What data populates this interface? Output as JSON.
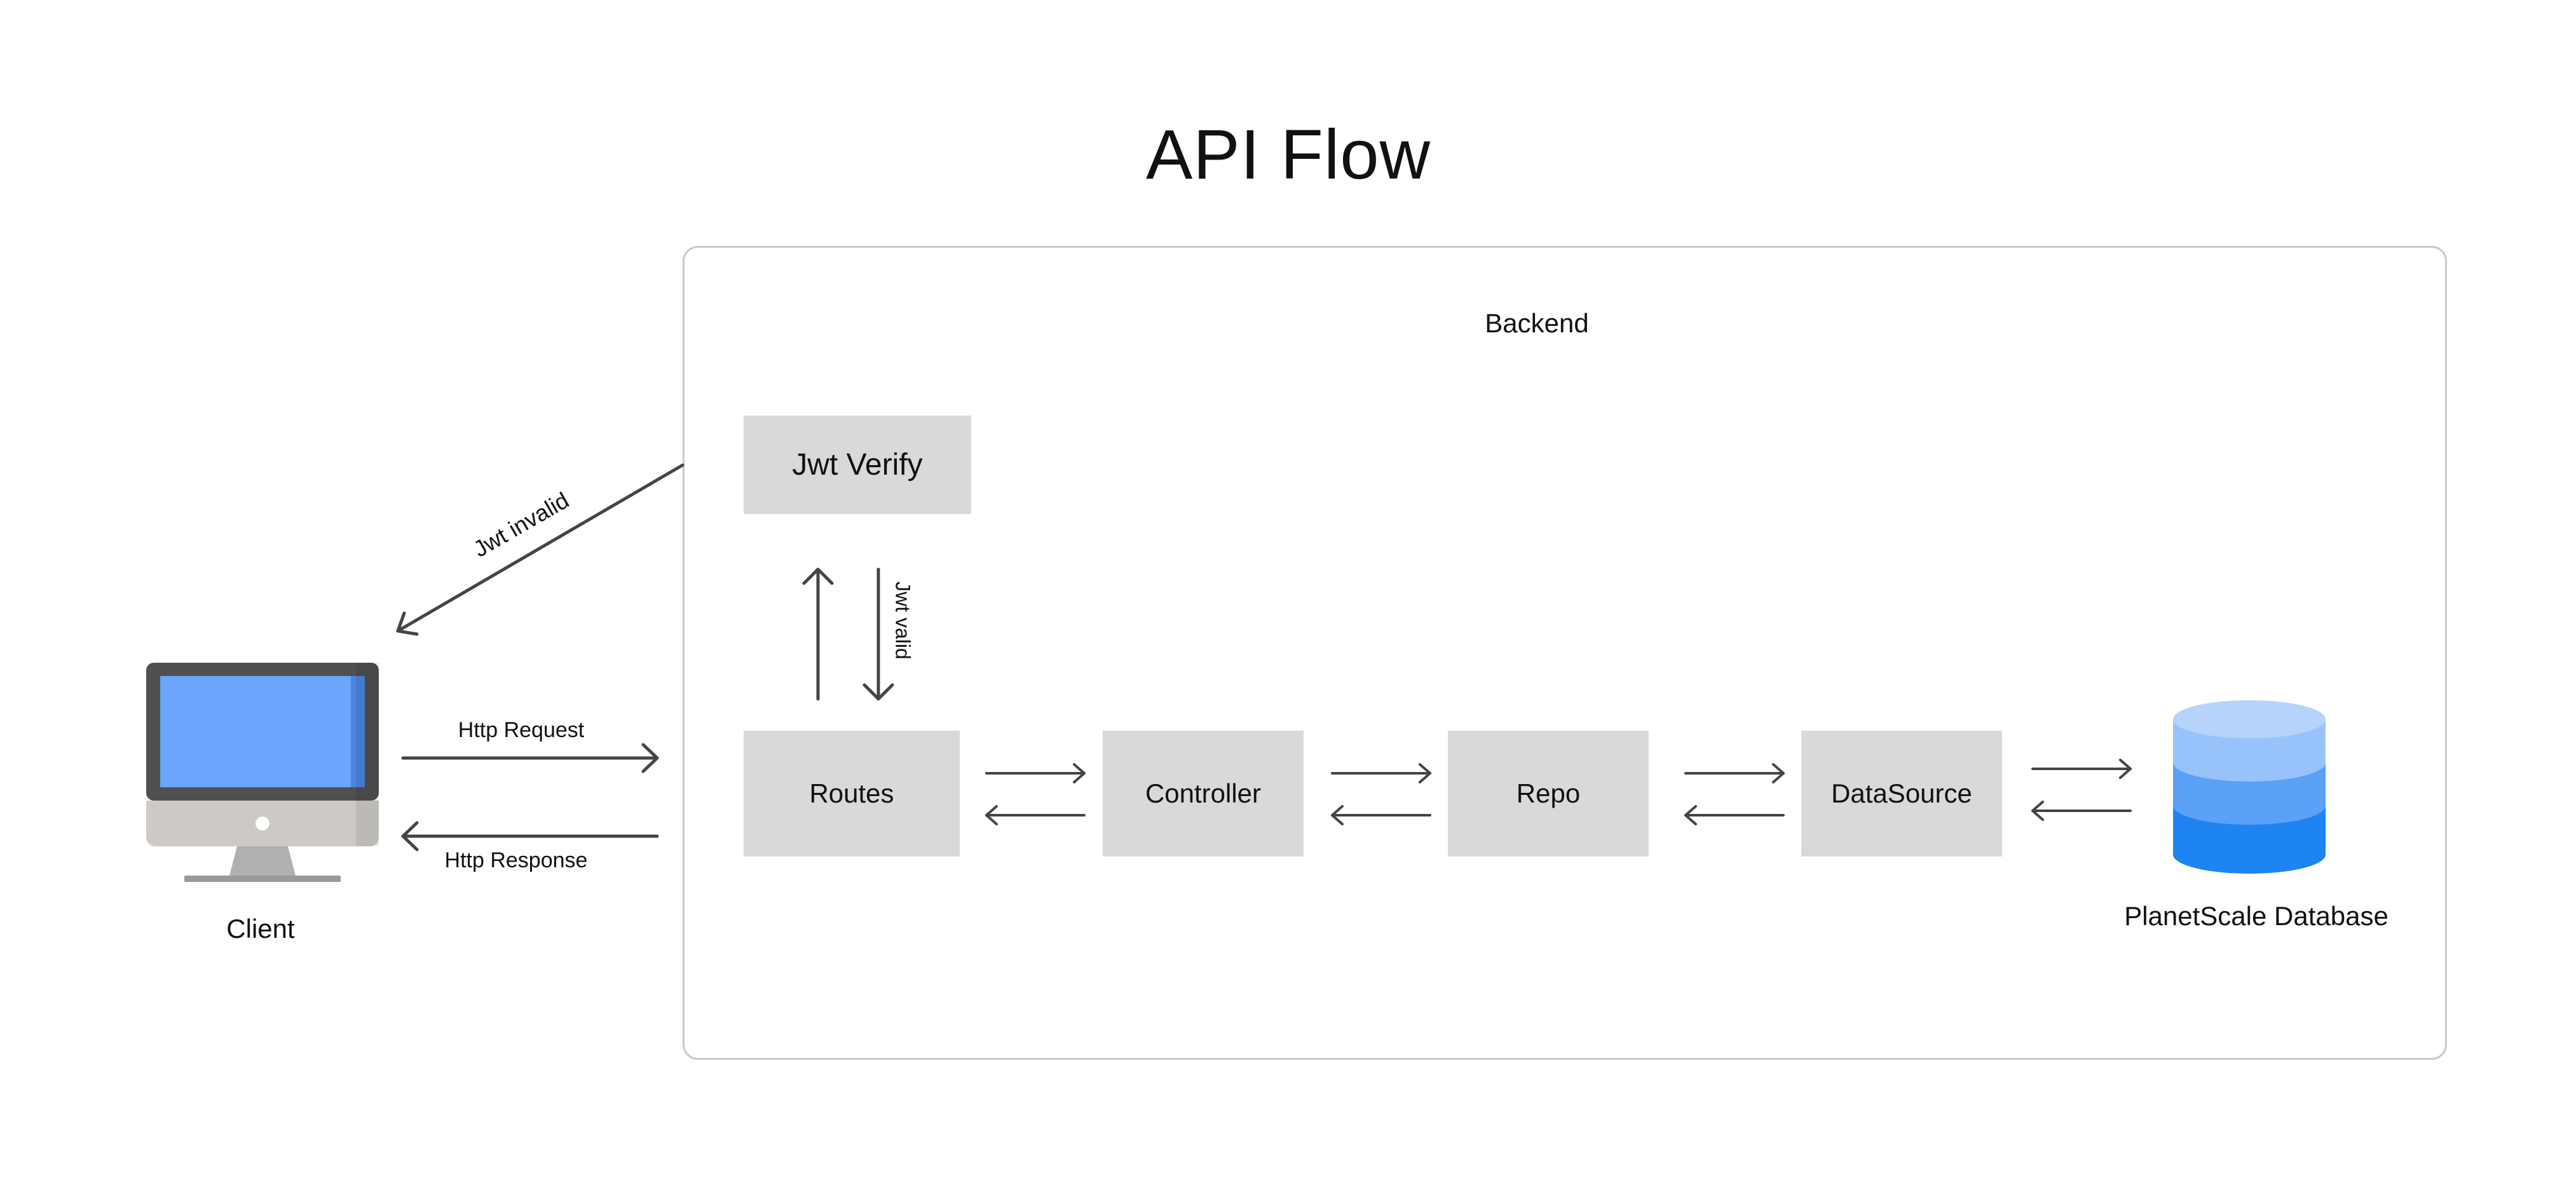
{
  "title": "API Flow",
  "backend": {
    "label": "Backend"
  },
  "nodes": {
    "jwt_verify": "Jwt Verify",
    "routes": "Routes",
    "controller": "Controller",
    "repo": "Repo",
    "datasource": "DataSource"
  },
  "client": {
    "label": "Client",
    "icon": "desktop-computer-icon"
  },
  "database": {
    "label": "PlanetScale Database",
    "icon": "database-icon"
  },
  "edges": {
    "http_request": "Http Request",
    "http_response": "Http Response",
    "jwt_invalid": "Jwt invalid",
    "jwt_valid": "Jwt valid"
  },
  "colors": {
    "box_fill": "#d9d9d9",
    "arrow": "#444444",
    "screen": "#6aa6fb",
    "db_top": "#b5d3fb",
    "db_mid": "#5aa1f7",
    "db_bottom": "#1d84f2"
  }
}
